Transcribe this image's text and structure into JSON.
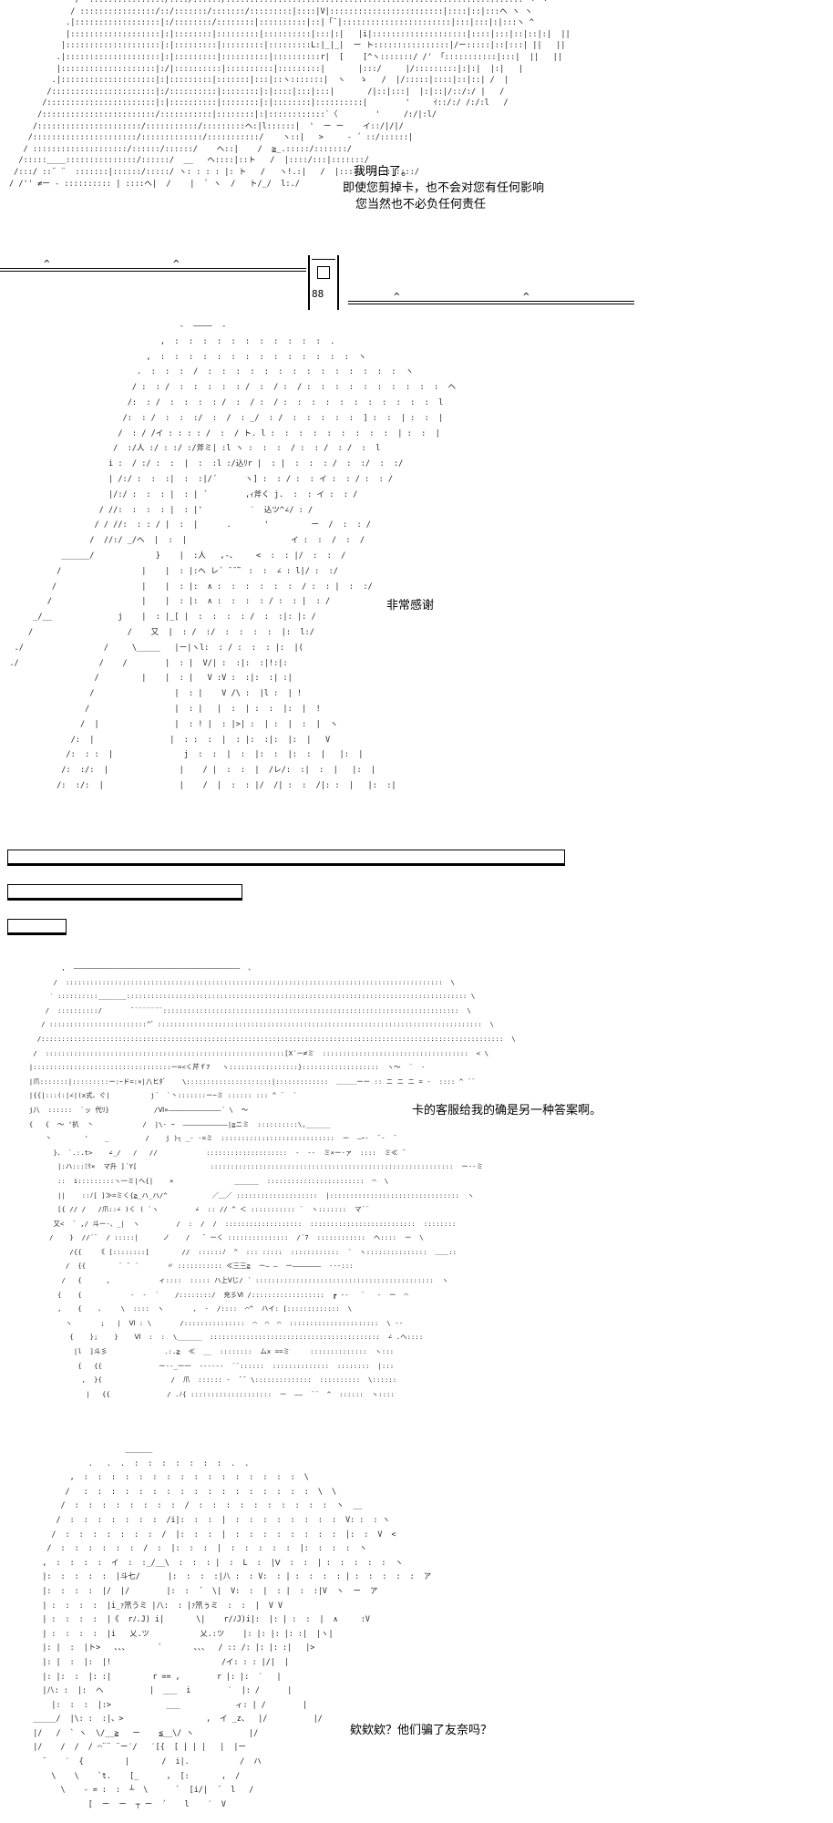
{
  "panels": [
    {
      "art": "              /  ::::::::::::::::/::::/::::::/::::::::::::::::::::::::::::::::::::::::::::::::::::::::::::::: ヽ ヽ\n             / ::::::::::::::::/::/:::::::/:::::::/:::::::::|::::|V|::::::::::::::::::::::::|::::|::|:::ヘ ヽ ヽ\n            .|::::::::::::::::::|:/::::::::/::::::::|::::::::::|::|「¨|:::::::::::::::::::::::|:::|:::|:|:::ヽ ^\n            |:::::::::::::::::::|:|::::::::|:::::::::|::::::::::|:::|:|   |i|::::::::::::::::::::|::::|:::|::|::|:|  ||\n           |::::::::::::::::::::|:|:::::::::|:::::::::|:::::::::L:|_|_|  ー ト::::::::::::::::|/ー:::::|::|:::| ||   ||\n          .|::::::::::::::::::::|:|:::::::::|::::::::::|::::::::::r|  [    [^ヽ:::::::/ /' 「:::::::::::|:::|  ||   ||\n          |::::::::::::::::::::|:/|::::::::::|::::::::::|:::::::::|       |:::/     |/:::::::::|:|:|  |:|   |\n         .|::::::::::::::::::::|:|:::::::::|:::::::|:::|::ヽ:::::::|  ヽ   ゝ   /  |/:::::|::::|::|::| /  |\n        /::::::::::::::::::::::|:/::::::::::|::::::::|:|::::|:::|:::|       /|::|:::|  |:|::|/::/:/ |   /\n       /:::::::::::::::::::::::|:|::::::::::|::::::::|:|::::::::|::::::::::|        '     ｲ::/:/ /:/:l   /\n      /::::::::::::::::::::::::/:::::::::::|::::::::|:|::::::::::::`〈        '     /:/|:l/\n     /::::::::::::::::::::::/:::::::::::/:::::::::ヘ:|l::::::|  '  ー ー    イ::/|/|/\n    /::::::::::::::::::::::/:::::::::::::/:::::::::::/    ヽ::|   >     - ´ ::/::::::|\n   / ::::::::::::::::::::/::::::/::::::/    ヘ::|    /  ≧_.:::::/:::::::/\n  /:::::____:::::::::::::::/::::::/  __   ヘ::::|::ト   /  |::::/:::|:::::::/\n /:::/ ::¨ ¨  :::::::|::::::/:::::/ ヽ: : : : |: ト   /   ヽ!.:|   /  |::::/  |:::|::::/\n/ /'' ≠ー - :::::::::: | ::::ヘ|  /    |  ` ヽ  /   ト/_/  l:./",
      "dialogue": [
        "我明白了。",
        "即使您剪掉卡，也不会对您有任何影响",
        "您当然也不必负任何责任"
      ],
      "divider_bump": "^",
      "phone_number": "88"
    },
    {
      "art": "                                      -  ――――  -\n                                  ,  :  :  :  :  :  :  :  :  :  :  :  .\n                               ,  :  :  :  :  :  :  :  :  :  :  :  :  :  :  ヽ\n                             .  :  :  :  /  :  :  :  :  :  :  :  :  :  :  :  :  :  :  ヽ\n                            / :  : /  :  :  :  :  : /  :  / :  / :  :  :  :  :  :  :  :  :  :  ヘ\n                           /:  : /  :  :  :  : /  :  / :  / :  :  :  :  :  :  :  :  :  :  :  l\n                          /:  : /  :  :  :/  :  /  : _/  : /  :  :  :  :  :  ] :  :  | :  :  |\n                         /  : / /イ : : : : /  :  / ト. l :  :  :  :  :  :  :  :  :  | :  :  |\n                        /  :/人 :/ : :/ :/斧ミ| :l ヽ :  :  :  / :  : /  : /  :  l\n                       i :  / :/ :  :  |  :  :l :/込ﾘr |  : |  :  :  : /  :  :/  :  :/\n                       | /:/ :  :  :|  :  :|/´      ヽ] :  : / :  : イ :  : / :  : /\n                       |/:/ :  :  : |  : | ´        ,ｨ斧く j.  :  : イ :  : /\n                     / //:  :  :  : |  : |'          ′  込ツ^∠/ : /\n                    / / //:  : : / |  :  |      .       '         ー  /  :  : /\n                   /  //:/ _/ヘ  |  :  |                      イ :  :  /  :  /\n             ______/             }    |  :人   ,-、    <  :  : |/  :  :  /\n            /                 |    |  : |:ヘ レ´ ̄ ̄ ̄ ゙  :  :  ∠ : l|/ :  :/\n           /                  |    |  : |:  ∧ :  :  :  :  :  :  / :  : |  :  :/\n          /                   |    |  : |:  ∧ :  :  :  : / :  : |  : /\n       _/__              j    |  : |_[ |  :  :  :  : /  :  :|: |: /\n      /                    /    又  |  : /  :/  :  :  :  :  |:  l:/\n   ./                 /     \\_____   |ー|ヽl:  : / :  :  : |:  |(\n  ./                 /    /        |  : |  V/| :  :|:  :|!:|:\n                    /         |    |  : |   V :V :  :|:  :| :|\n                   /                 |  : |    V /\\ :  |l :  | !\n                  /                  |  : |   |  :  | :  :  |:  |  !\n                 /  |                |  : ! |  : |>| :  | :  |  :  |  ヽ\n               /:  |                |  : :  :  |  : |:  :|:  |:  |   V\n              /:  : :  |               j  :  :  |  :  |:  :  |:  :  |   |:  |\n             /:  :/:  |               |    / |  :  :  |  /レ/:  :|  :  |   |:  |\n            /:  :/:  |                |    /  |  :  : |/  /| :  :  /|: :  |   |:  :|",
      "dialogue": [
        "非常感谢"
      ]
    },
    {
      "art": "            ,  ―――――――――――――――――――――――――――――――――――――――――  、\n          /  :::::::::::::::::::::::::::::::::::::::::::::::::::::::::::::::::::::::::::::::::::::::::::::  \\\n         ′ ::::::::::_______:::::::::::::::::::::::::::::::::::::::::::::::::::::::::::::::::::::::::::::::::::: \\\n        /  ::::::::::/       ̄ ¨¨¨¨¨¨¨:::::::::::::::::::::::::::::::::::::::::::::::::::::::::::::::::::::::::  \\\n       / ::::::::::::::::::::::::^゛::::::::::::::::::::::::::::::::::::::::::::::::::::::::::::::::::::::::::::::::  \\\n      /::::::::::::::::::::::::::::::::::::::::::::::::::::::::::::::::::::::::::::::::::::::::::::::::::::::::::::::::::  \\\n     /  :::::::::::::::::::::::::::::::::::::::::::::::::::::::::::[X´ー≠ミ  ::::::::::::::::::::::::::::::::::::  < \\\n    |::::::::::::::::::::::::::::::::::ー=<く芹ｆ7   ヽ:::::::::::::::::}:::::::::::::::::::  ヽ〜  ¨  -\n    |爪:::::::|:::::::::ー:ｰド=:×|八ヒﾀﾞ    \\:::::::::::::::::::::|:::::::::::::  ＿＿＿ーー :: ニ ニ ニ = -  :::: ^ ¨¨\n    |{{|:::(:|∠|(x式、ぐ|          j´  `丶:::::::ー~ミ :::::: ::: ^ ¨  ´\n    j八  ::::::  `ッ 代ﾘ}           /Ⅵ×―――――――――――――´ \\  〜\n    {   {  〜 ‘扒  丶            /  |\\‐ ~  ―――――――――――|≧ニミ  ::::::::::\\,______\n        丶        '    _         /    j )┐ _‐ -=ミ  ::::::::::::::::::::::::::::  ー  ―ｰ‐  ̄ ‐  ̄\n          }、 `.:.t>    ∠_/   /   //            ::::::::::::::::::::  -  --  ミ×ー-ァ  ::::  ミ≪ ̄\n           |:ハ:::ﾐﾘ×  マ升 ]´Y[                  ::::::::::::::::::::::::::::::::::::::::::::::::::::::::::::  ー‐‐ミ\n           ::  i:::::::::ヽ一ミ|ヘ{|    ×               ______  ::::::::::::::::::::::::  ⌒  \\\n           ||    ::ﾉ[ ]≫=ミく{≧_ハ_ハ/^           ／＿／ ::::::::::::::::::::  |::::::::::::::::::::::::::::::::  ヽ\n           [{ // /   /爪::∠ )く ( `ヽ         ∠  :: // ^ ＜ ::::::::::: ¨  ヽ:::::::  マ¨¨\n          又<  ¨ ,/ 斗ー-、_|  ヽ         /  :  /  /  :::::::::::::::::::  ::::::::::::::::::::::::::  ::::::::\n         /    }  //´¨  / :::::|      ノ    /   ̄  ーく :::::::::::::::  /´7  ::::::::::::  ヘ::::  ー  \\\n              /{{    《 [::::::::[        //  ::::::ﾉ  ^  ::: :::::  ::::::::::::  ´  ヽ:::::::::::::::  ＿＿::\n             /  {{        ¨ ̄  ´       〃 ::::::::::: ≪三三≧  ー― ―  ー―――――――  ‐‐‐:::\n            /   {      ,            ィ::::  ::::: ハ上Ⅴじ/ ´ ::::::::::::::::::::::::::::::::::::::::::::  ヽ\n           {    {            -  -  ´    /::::::::/  充彡Ⅵ /::::::::::::::::::  ┏ ‐‐   ¨   ‐  ー  ⌒\n           ,    {    、    \\  ::::  ヽ       ,  -  /::::  ⌒^  ハイ: [:::::::::::::  \\ \n             ヽ       ;   |  Ⅵ : \\       /:::::::::::::::  ⌒  ⌒  ⌒  ::::::::::::::::::::::  \\ ‐‐\n              {    };    }    Ⅵ  :  :  \\______  ::::::::::::::::::::::::::::::::::::::::::  ∠ .ヘ::::\n               |l  ]斗彡              .:.≧  ≪  __  ::::::::  ムx ==ミ     ::::::::::::::  ヽ:::\n                {   {{              ー‐‐_ー一  ‐‐‐‐‐‐  ¨¨::::::  ::::::::::::::  ::::::::  |:::\n                 ,  }{                 /  爪  :::::: ‐  ̄ ̄  \\::::::::::::::  ::::::::::  \\::::::\n                  |   {{              / .ﾉ{ ::::::::::::::::::::  ー  ――  ¨¨  ^  ::::::  ヽ::::",
      "dialogue": [
        "卡的客服给我的确是另一种答案啊。"
      ]
    },
    {
      "art": "                          ______\n                  .   .  .  :  :  :  :  :  :  :  .  .\n              ,  :  :  :  :  :  :  :  :  :  :  :  :  :  :  :  :  \\\n             /   :  :  :  :  :  :  :  :  :  :  :  :  :  :  :  :  :  \\  \\\n            /  :  :  :  :  :  :  :  :  /  :  :  :  :  :  :  :  :  :  :  ヽ  __\n           /  :  :  :  :  :  :  :  /i|:  :  :  |  :  :  :  :  :  :  :  :  V: :  : ヽ\n          /  :  :  :  :  :  :  :  /  |:  :  :  |  :  :  :  :  :  :  :  :  |:  :  V  <\n         /  :  :  :  :  :  :  /  :  |:  :  :  |  :  :  :  :  :  |:  :  :  :  ヽ\n        ,  :  :  :  :  イ  :  :_/__\\  :  :  : |  :  L  :  |Ⅴ  :  :  | :  :  :  :  :  ヽ\n        |:  :  :  :  :  |斗七/      |:  :  :  :|八 :  : V:  : | :  :  :  : | :  :  :  :  :  ア\n        |:  :  :  :  |/  |/        |:  :  ´  \\|  V:  :  |  : |  :  :|V  ヽ  ー  ア\n        | :  :  :  :  |i_ｧ笊うミ |八:  : |ｧ笊ぅミ  :  :  |  V V\n        | :  :  :  :  |《  rﾉ.J) i|       \\|    r/ﾉJ)i|:  |: | :  :  |  ∧     :V\n        | :  :  :  :  |i   乂.ツ           乂.:ツ    |: |: |: |: :|  |ヽ|\n        |: |  :  |ト>   、、、      ´       、、、  / :: /: |: |: :|   |>\n        |: |  :  |:  |!                        /イ: : : |/|  |\n        |: |:  :  |: :|         r == ,        r |: |:  ′   |\n        |八: :  |:  ヘ          |  ___  i        ′  |: /      |\n          |:  :  :  |:>            ___            ィ: | /        |\n      _____/  |\\: :  :|、>                  ,  イ _z、  |/          |/\n      |/   /  ` ヽ  \\/__≧   ー    ≦__\\/ ヽ            |/\n      |/    /  /  / ⌒¨¨ ¨ー′/   ′[{  [ | | |   |  |ー\n        ¨    ′  {         |       /  i|.           /  ハ\n          \\    \\    `t.    [_      ,  [:       ,  /\n            \\    ‐ = :  :  ┴  \\      `  [i/|  ´  l   /\n                  [  ー  ー  ┬ ー  ´    l    ′  V",
      "dialogue": [
        "欸欸欸？他们骗了友奈吗？"
      ]
    }
  ],
  "boxes": [
    {
      "width": 612
    },
    {
      "width": 258
    },
    {
      "width": 65
    }
  ]
}
